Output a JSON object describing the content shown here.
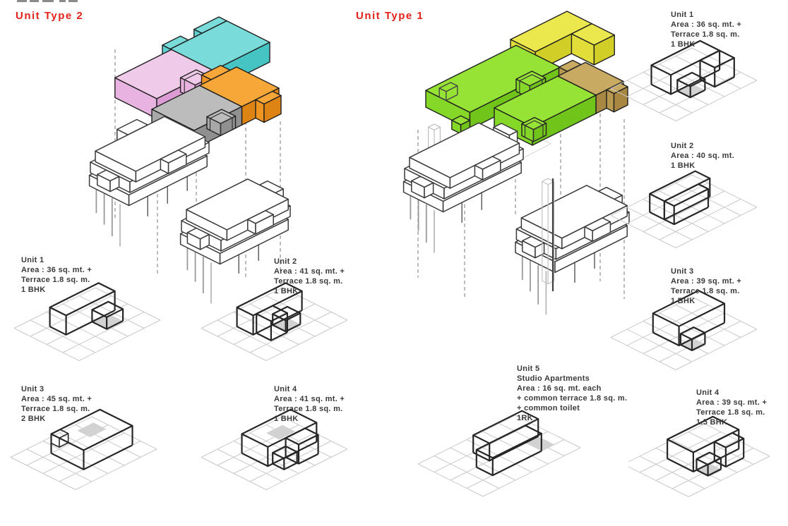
{
  "titles": {
    "left": "Unit Type 2",
    "right": "Unit Type 1"
  },
  "units_left": [
    {
      "name": "Unit 1",
      "details": [
        "Area : 36 sq. mt. +",
        "Terrace 1.8 sq. m.",
        "1 BHK"
      ]
    },
    {
      "name": "Unit 2",
      "details": [
        "Area : 41 sq. mt. +",
        "Terrace 1.8 sq. m.",
        "1 BHK"
      ]
    },
    {
      "name": "Unit 3",
      "details": [
        "Area : 45 sq. mt. +",
        "Terrace 1.8 sq. m.",
        "2 BHK"
      ]
    },
    {
      "name": "Unit 4",
      "details": [
        "Area : 41 sq. mt. +",
        "Terrace 1.8 sq. m.",
        "1 BHK"
      ]
    }
  ],
  "units_right": [
    {
      "name": "Unit 1",
      "details": [
        "Area : 36 sq. mt. +",
        "Terrace 1.8 sq. m.",
        "1 BHK"
      ]
    },
    {
      "name": "Unit 2",
      "details": [
        "Area : 40 sq. mt.",
        "1 BHK"
      ]
    },
    {
      "name": "Unit 3",
      "details": [
        "Area : 39 sq. mt. +",
        "Terrace 1.8 sq. m.",
        "1 BHK"
      ]
    },
    {
      "name": "Unit 5",
      "details": [
        "Studio Apartments",
        "Area : 16 sq. mt. each",
        "+ common terrace 1.8 sq. m.",
        "+ common toilet",
        "1RK"
      ]
    },
    {
      "name": "Unit 4",
      "details": [
        "Area : 39 sq. mt. +",
        "Terrace 1.8 sq. m.",
        "1.5 BHK"
      ]
    }
  ],
  "colors": {
    "accent_red": "#e2221b",
    "line_dark": "#1f1f1f",
    "wire_dark": "#3a3a3a",
    "unit_wire": "#262626",
    "grid_gray": "#c9c9c9",
    "shade_gray": "#d2d2d2",
    "dash_gray": "#8f8f8f",
    "column_gray": "#9a9a9a",
    "ghost_gray": "#d6d6d6",
    "faces": {
      "pink": [
        "#f0cbe9",
        "#e8b3e0",
        "#dc9cd3"
      ],
      "cyan": [
        "#79dcda",
        "#5fd0cf",
        "#45c4c3"
      ],
      "gray": [
        "#bcbcbc",
        "#a8a8a8",
        "#909090"
      ],
      "orange": [
        "#f7a737",
        "#f09522",
        "#dd8414"
      ],
      "yellow": [
        "#ebe84e",
        "#e2dd38",
        "#d2ce28"
      ],
      "green": [
        "#96e335",
        "#85d827",
        "#71c41a"
      ],
      "tan": [
        "#c9aa62",
        "#b9984f",
        "#a78742"
      ]
    }
  }
}
